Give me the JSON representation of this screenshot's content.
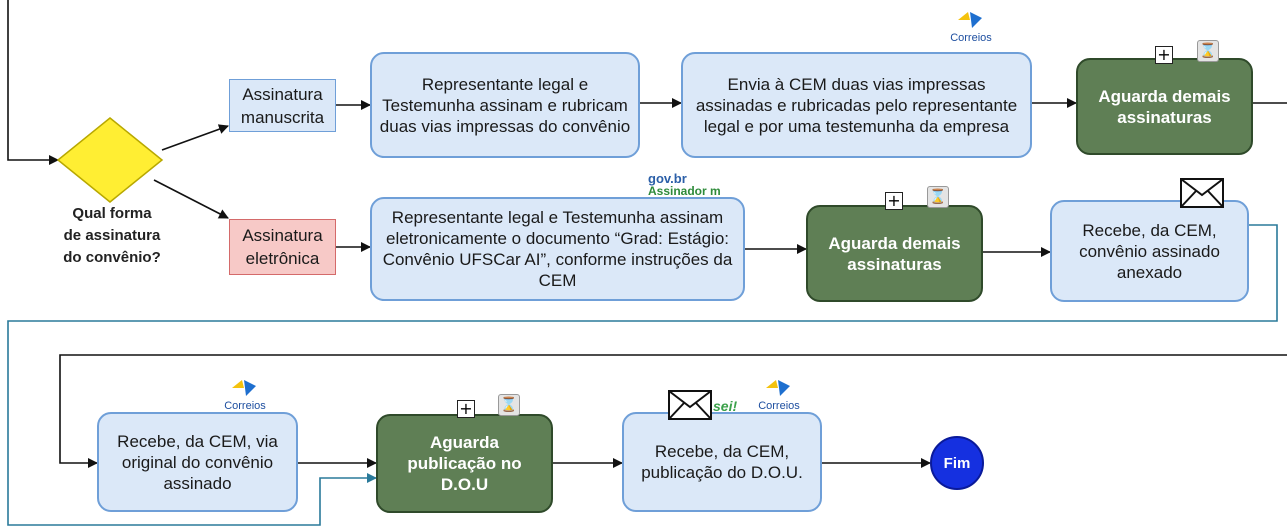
{
  "question": {
    "line1": "Qual forma",
    "line2": "de assinatura",
    "line3": "do convênio?"
  },
  "tags": {
    "manual": {
      "line1": "Assinatura",
      "line2": "manuscrita"
    },
    "eletronica": {
      "line1": "Assinatura",
      "line2": "eletrônica"
    }
  },
  "tasks": {
    "t1": "Representante legal e Testemunha assinam e rubricam duas vias impressas do convênio",
    "t2": "Envia à CEM duas vias impressas assinadas e rubricadas pelo representante legal e por uma testemunha da empresa",
    "t3": "Representante legal e Testemunha assinam eletronicamente o documento “Grad: Estágio: Convênio UFSCar AI”, conforme instruções da CEM",
    "t4": "Recebe, da CEM, convênio assinado anexado",
    "t5": "Recebe, da CEM, via original do convênio assinado",
    "t6": "Recebe, da CEM, publicação do D.O.U."
  },
  "waits": {
    "w1": "Aguarda demais assinaturas",
    "w2": "Aguarda demais assinaturas",
    "w3": "Aguarda publicação no D.O.U"
  },
  "end_label": "Fim",
  "logos": {
    "correios": "Correios",
    "gov_line1": "gov.br",
    "gov_line2": "Assinador m",
    "sei": "sei!"
  },
  "colors": {
    "task_fill": "#dbe8f8",
    "task_border": "#6f9fd8",
    "wait_fill": "#5f7f55",
    "gateway_fill": "#ffee33",
    "end_fill": "#1530e0",
    "teal_line": "#2a7a9a"
  }
}
